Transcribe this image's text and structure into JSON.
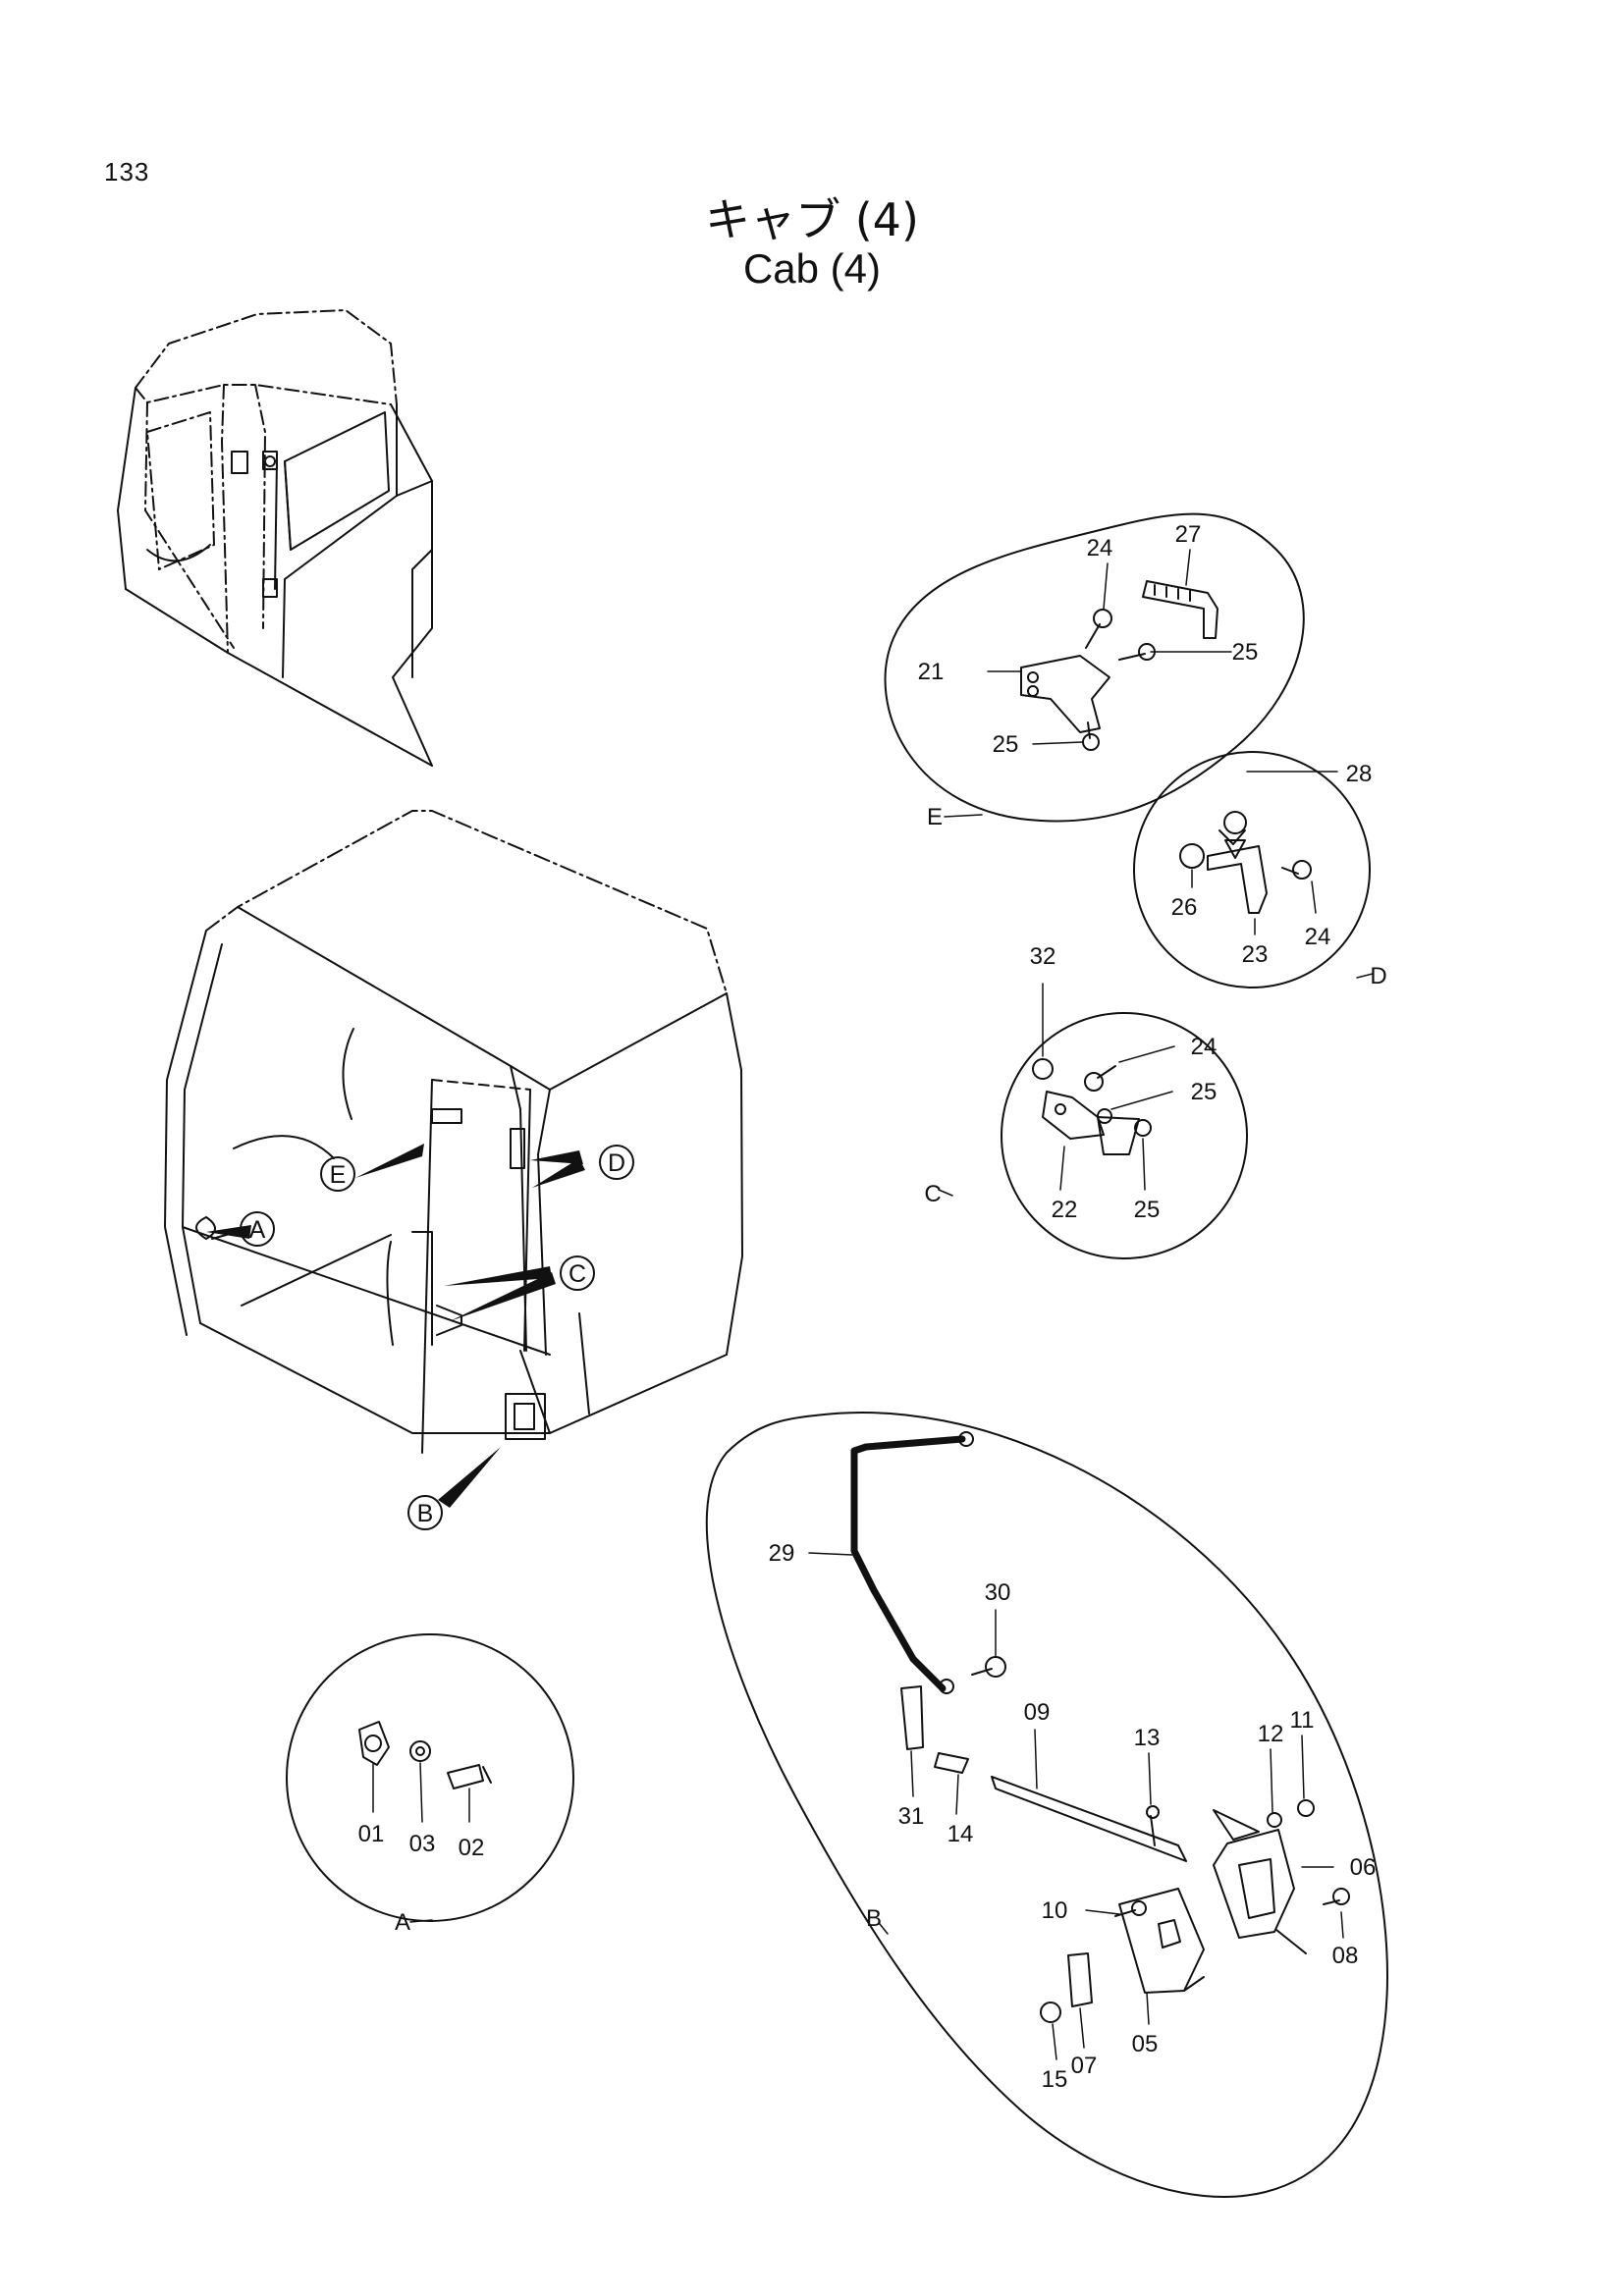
{
  "page_number": "133",
  "title_ja": "キャブ (4)",
  "title_en": "Cab (4)",
  "callouts": [
    "A",
    "B",
    "C",
    "D",
    "E"
  ],
  "details": {
    "A": {
      "label": "A",
      "parts": [
        "01",
        "03",
        "02"
      ]
    },
    "B": {
      "label": "B",
      "parts": [
        "29",
        "30",
        "31",
        "14",
        "09",
        "13",
        "12",
        "11",
        "06",
        "10",
        "08",
        "05",
        "07",
        "15"
      ]
    },
    "C": {
      "label": "C",
      "parts": [
        "32",
        "24",
        "25",
        "22",
        "25"
      ]
    },
    "D": {
      "label": "D",
      "parts": [
        "28",
        "26",
        "23",
        "24"
      ]
    },
    "E": {
      "label": "E",
      "parts": [
        "24",
        "27",
        "21",
        "25",
        "25"
      ]
    }
  }
}
